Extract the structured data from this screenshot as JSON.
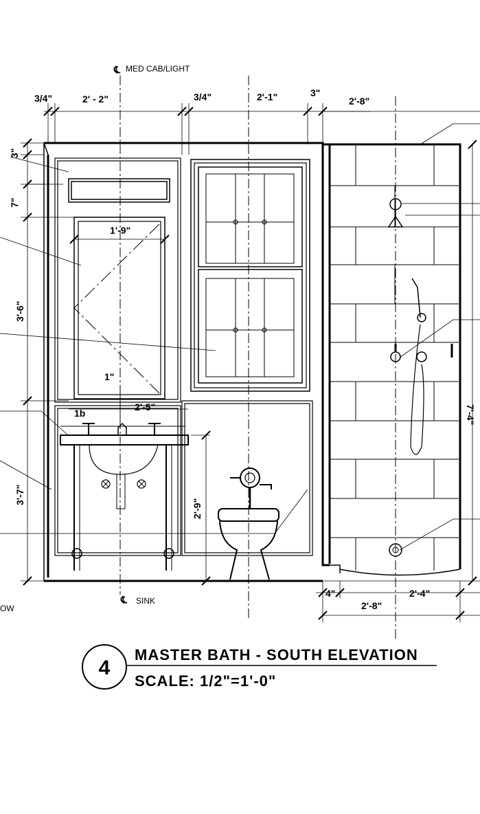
{
  "labels": {
    "med_cab_light": "MED CAB/LIGHT",
    "sink": "SINK",
    "left_cut": "OW",
    "centerline_symbol": "℄"
  },
  "dimensions": {
    "top_3_4": "3/4\"",
    "top_2_2": "2' - 2\"",
    "top_3_4b": "3/4\"",
    "top_2_1": "2'-1\"",
    "top_3": "3\"",
    "top_2_8": "2'-8\"",
    "left_3": "3\"",
    "left_7": "7\"",
    "left_3_6": "3'-6\"",
    "left_3_7": "3'-7\"",
    "mirror_1_9": "1'-9\"",
    "faucet_1": "1\"",
    "sink_1b": "1b",
    "sink_2_5": "2'-5\"",
    "sink_height_2_9": "2'-9\"",
    "shower_7_4": "7'-4\"",
    "bottom_4": "4\"",
    "bottom_2_4": "2'-4\"",
    "bottom_2_8": "2'-8\""
  },
  "title_block": {
    "number": "4",
    "title": "MASTER BATH - SOUTH ELEVATION",
    "scale": "SCALE: 1/2\"=1'-0\""
  }
}
